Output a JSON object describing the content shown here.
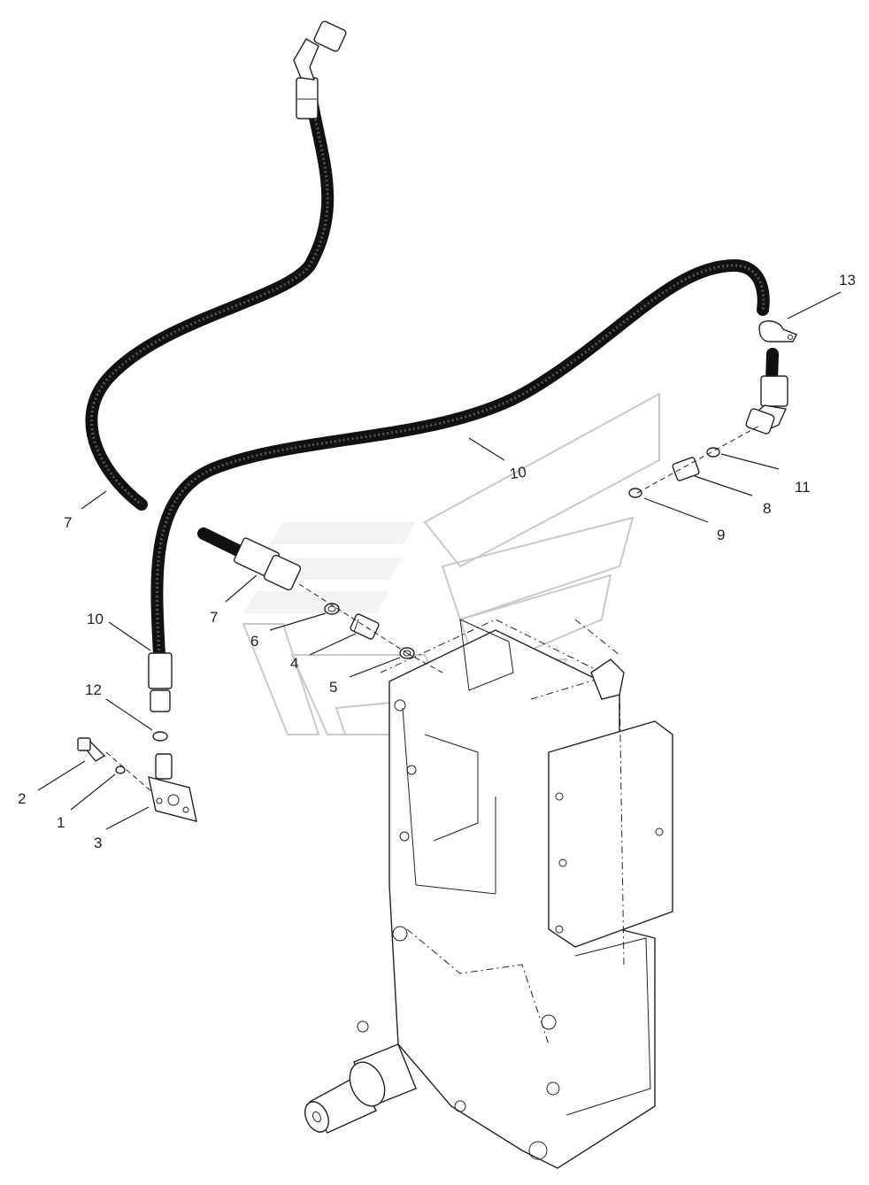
{
  "callouts": [
    {
      "id": "c1",
      "label": "1"
    },
    {
      "id": "c2",
      "label": "2"
    },
    {
      "id": "c3",
      "label": "3"
    },
    {
      "id": "c4",
      "label": "4"
    },
    {
      "id": "c5",
      "label": "5"
    },
    {
      "id": "c6",
      "label": "6"
    },
    {
      "id": "c7a",
      "label": "7"
    },
    {
      "id": "c7b",
      "label": "7"
    },
    {
      "id": "c8",
      "label": "8"
    },
    {
      "id": "c9",
      "label": "9"
    },
    {
      "id": "c10a",
      "label": "10"
    },
    {
      "id": "c10b",
      "label": "10"
    },
    {
      "id": "c11",
      "label": "11"
    },
    {
      "id": "c12",
      "label": "12"
    },
    {
      "id": "c13",
      "label": "13"
    }
  ],
  "colors": {
    "line": "#222222",
    "hose": "#111111",
    "background": "#ffffff",
    "watermark": "#c9c9c9"
  }
}
